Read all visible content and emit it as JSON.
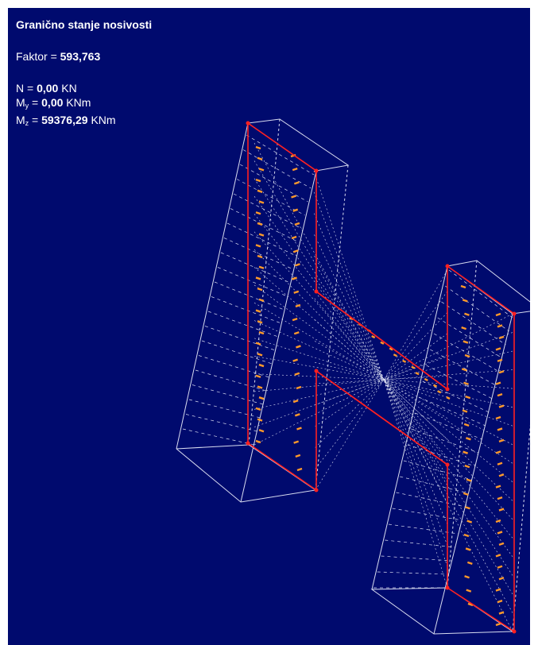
{
  "title": "Granično stanje nosivosti",
  "faktor": {
    "label": "Faktor = ",
    "value": "593,763"
  },
  "forces": [
    {
      "symbol": "N",
      "sub": "",
      "value": "0,00",
      "unit": "KN"
    },
    {
      "symbol": "M",
      "sub": "y",
      "value": "0,00",
      "unit": "KNm"
    },
    {
      "symbol": "M",
      "sub": "z",
      "value": "59376,29",
      "unit": "KNm"
    }
  ],
  "colors": {
    "background": "#000a6e",
    "text": "#ffffff",
    "section_outline": "#ff2020",
    "wireframe": "#d8dcf0",
    "stress_arrows": "#ff9a2a"
  }
}
